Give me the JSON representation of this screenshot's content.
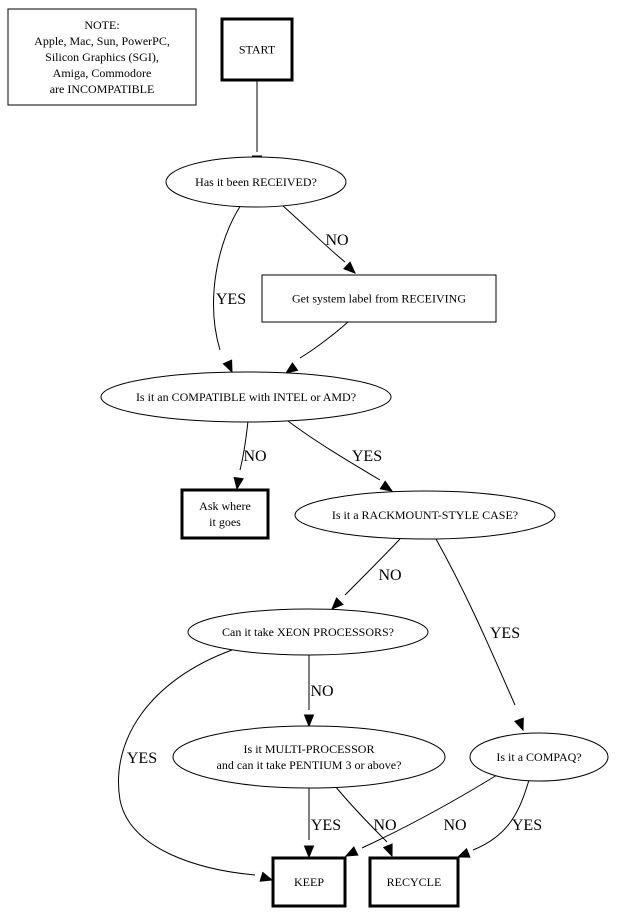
{
  "nodes": {
    "note": {
      "shape": "box",
      "lines": [
        "NOTE:",
        "Apple, Mac, Sun, PowerPC,",
        "Silicon Graphics (SGI),",
        "Amiga, Commodore",
        "are INCOMPATIBLE"
      ]
    },
    "start": {
      "shape": "bold-box",
      "lines": [
        "START"
      ]
    },
    "received": {
      "shape": "ellipse",
      "lines": [
        "Has it been RECEIVED?"
      ]
    },
    "get_label": {
      "shape": "box",
      "lines": [
        "Get system label from RECEIVING"
      ]
    },
    "compatible": {
      "shape": "ellipse",
      "lines": [
        "Is it an COMPATIBLE with INTEL or AMD?"
      ]
    },
    "ask": {
      "shape": "bold-box",
      "lines": [
        "Ask where",
        "it goes"
      ]
    },
    "rackmount": {
      "shape": "ellipse",
      "lines": [
        "Is it a RACKMOUNT-STYLE CASE?"
      ]
    },
    "xeon": {
      "shape": "ellipse",
      "lines": [
        "Can it take XEON PROCESSORS?"
      ]
    },
    "multi": {
      "shape": "ellipse",
      "lines": [
        "Is it MULTI-PROCESSOR",
        "and can it take PENTIUM 3 or above?"
      ]
    },
    "compaq": {
      "shape": "ellipse",
      "lines": [
        "Is it a COMPAQ?"
      ]
    },
    "keep": {
      "shape": "bold-box",
      "lines": [
        "KEEP"
      ]
    },
    "recycle": {
      "shape": "bold-box",
      "lines": [
        "RECYCLE"
      ]
    }
  },
  "edges": [
    {
      "from": "start",
      "to": "received",
      "label": ""
    },
    {
      "from": "received",
      "to": "compatible",
      "label": "YES"
    },
    {
      "from": "received",
      "to": "get_label",
      "label": "NO"
    },
    {
      "from": "get_label",
      "to": "compatible",
      "label": ""
    },
    {
      "from": "compatible",
      "to": "ask",
      "label": "NO"
    },
    {
      "from": "compatible",
      "to": "rackmount",
      "label": "YES"
    },
    {
      "from": "rackmount",
      "to": "xeon",
      "label": "NO"
    },
    {
      "from": "rackmount",
      "to": "compaq",
      "label": "YES"
    },
    {
      "from": "xeon",
      "to": "multi",
      "label": "NO"
    },
    {
      "from": "xeon",
      "to": "keep",
      "label": "YES"
    },
    {
      "from": "multi",
      "to": "keep",
      "label": "YES"
    },
    {
      "from": "multi",
      "to": "recycle",
      "label": "NO"
    },
    {
      "from": "compaq",
      "to": "keep",
      "label": "NO"
    },
    {
      "from": "compaq",
      "to": "recycle",
      "label": "YES"
    }
  ]
}
